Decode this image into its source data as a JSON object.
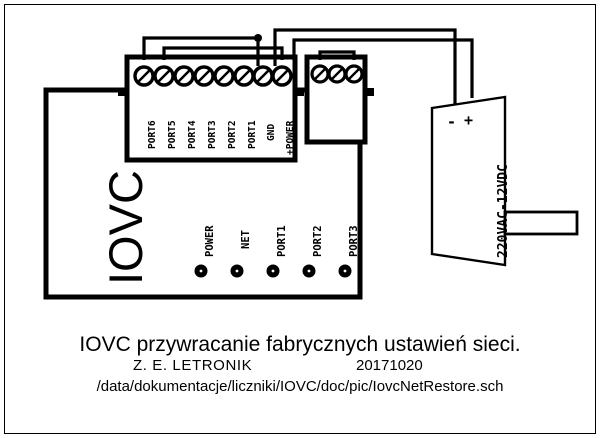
{
  "diagram": {
    "device": {
      "brand_label": "IOVC",
      "terminal_block_main": {
        "name": "main-terminal-block",
        "screw_count": 8,
        "terminals": [
          {
            "index": 0,
            "label": "PORT6"
          },
          {
            "index": 1,
            "label": "PORT5"
          },
          {
            "index": 2,
            "label": "PORT4"
          },
          {
            "index": 3,
            "label": "PORT3"
          },
          {
            "index": 4,
            "label": "PORT2"
          },
          {
            "index": 5,
            "label": "PORT1"
          },
          {
            "index": 6,
            "label": "GND"
          },
          {
            "index": 7,
            "label": "+POWER"
          }
        ]
      },
      "terminal_block_aux": {
        "name": "aux-terminal-block",
        "screw_count": 3,
        "terminals": []
      },
      "indicators": [
        {
          "index": 0,
          "label": "POWER"
        },
        {
          "index": 1,
          "label": "NET"
        },
        {
          "index": 2,
          "label": "PORT1"
        },
        {
          "index": 3,
          "label": "PORT2"
        },
        {
          "index": 4,
          "label": "PORT3"
        }
      ]
    },
    "power_supply": {
      "name": "power-supply",
      "label": "220VAC-12VDC",
      "negative_terminal": "-",
      "positive_terminal": "+"
    }
  },
  "caption": {
    "title": "IOVC przywracanie fabrycznych ustawień sieci.",
    "author": "Z. E. LETRONIK",
    "date": "20171020",
    "path": "/data/dokumentacje/liczniki/IOVC/doc/pic/IovcNetRestore.sch"
  },
  "colors": {
    "ink": "#000000",
    "paper": "#ffffff"
  }
}
